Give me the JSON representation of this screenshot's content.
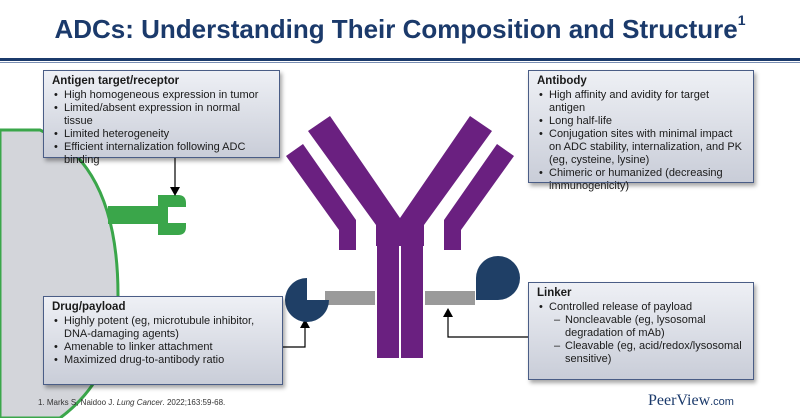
{
  "title": {
    "text": "ADCs: Understanding Their Composition and Structure",
    "sup": "1"
  },
  "antigen": {
    "heading": "Antigen target/receptor",
    "items": [
      "High homogeneous expression in tumor",
      "Limited/absent expression in normal tissue",
      "Limited heterogeneity",
      "Efficient internalization following ADC binding"
    ]
  },
  "antibody": {
    "heading": "Antibody",
    "items": [
      "High affinity and avidity for target antigen",
      "Long half-life",
      "Conjugation sites with minimal impact on ADC stability, internalization, and PK (eg, cysteine, lysine)",
      "Chimeric or humanized (decreasing immunogenicity)"
    ]
  },
  "drug": {
    "heading": "Drug/payload",
    "items": [
      "Highly potent (eg, microtubule inhibitor, DNA-damaging agents)",
      "Amenable to linker attachment",
      "Maximized drug-to-antibody ratio"
    ]
  },
  "linker": {
    "heading": "Linker",
    "item": "Controlled release of payload",
    "sub_items": [
      "Noncleavable (eg, lysosomal degradation of mAb)",
      "Cleavable (eg, acid/redox/lysosomal sensitive)"
    ]
  },
  "footnote": {
    "prefix": "1. Marks S, Naidoo J. ",
    "journal": "Lung Cancer",
    "suffix": ". 2022;163:59-68."
  },
  "logo": {
    "main": "PeerView",
    "suffix": ".com"
  },
  "colors": {
    "title": "#1b3a6b",
    "antibody": "#6a2080",
    "receptor": "#3aa64a",
    "cell": "#d3d5da",
    "payload": "#1f3f66",
    "linker": "#9a9a9a"
  }
}
